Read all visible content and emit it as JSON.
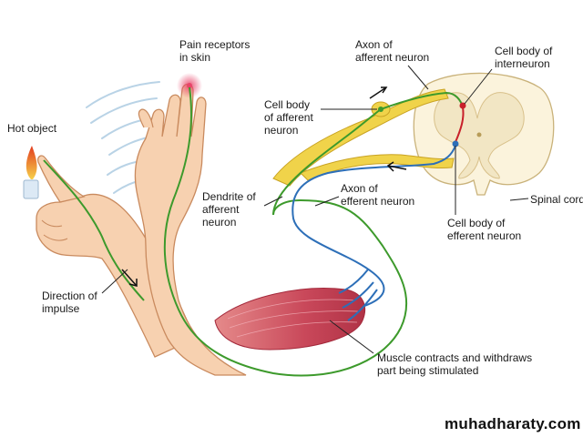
{
  "labels": {
    "pain_receptors": [
      "Pain receptors",
      "in skin"
    ],
    "hot_object": [
      "Hot object"
    ],
    "axon_afferent": [
      "Axon of",
      "afferent neuron"
    ],
    "cell_body_interneuron": [
      "Cell body of",
      "interneuron"
    ],
    "cell_body_afferent": [
      "Cell body",
      "of afferent",
      "neuron"
    ],
    "axon_efferent": [
      "Axon of",
      "efferent neuron"
    ],
    "spinal_cord": [
      "Spinal cord"
    ],
    "dendrite_afferent": [
      "Dendrite of",
      "afferent",
      "neuron"
    ],
    "cell_body_efferent": [
      "Cell body of",
      "efferent neuron"
    ],
    "direction_impulse": [
      "Direction of",
      "impulse"
    ],
    "muscle_contracts": [
      "Muscle contracts and withdraws",
      "part being stimulated"
    ]
  },
  "watermark": "muhadharaty.com",
  "colors": {
    "skin": "#f7d1b0",
    "skin_outline": "#c98a5e",
    "afferent_neuron": "#e8c53a",
    "sensory_fiber": "#3d9a2c",
    "motor_fiber": "#2d6fb8",
    "interneuron": "#c8202a",
    "spinal_gray": "#f2e6c4",
    "spinal_white": "#fbf3dc",
    "muscle": "#c9485a",
    "flame": "#e23b1e",
    "receptor_glow": "#e8456a"
  }
}
